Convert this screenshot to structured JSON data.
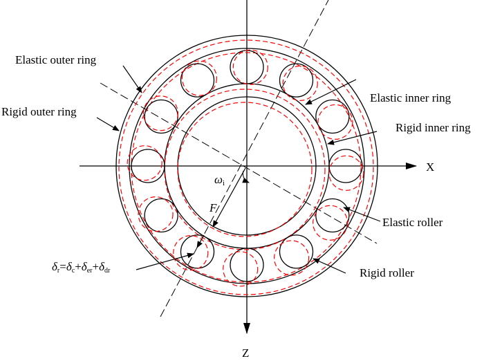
{
  "labels": {
    "elastic_outer_ring": "Elastic outer ring",
    "rigid_outer_ring": "Rigid outer ring",
    "elastic_inner_ring": "Elastic inner ring",
    "rigid_inner_ring": "Rigid inner ring",
    "elastic_roller": "Elastic roller",
    "rigid_roller": "Rigid roller",
    "axis_x": "X",
    "axis_z": "Z",
    "omega": "ω",
    "omega_sub": "i",
    "force": "F",
    "delta": "δ",
    "sub_r": "r",
    "sub_c": "c",
    "sub_er": "er",
    "sub_dr": "dr",
    "eq": "=",
    "plus": "+"
  },
  "colors": {
    "rigid": "#000000",
    "elastic": "#ff0000"
  },
  "roller_count": 12
}
